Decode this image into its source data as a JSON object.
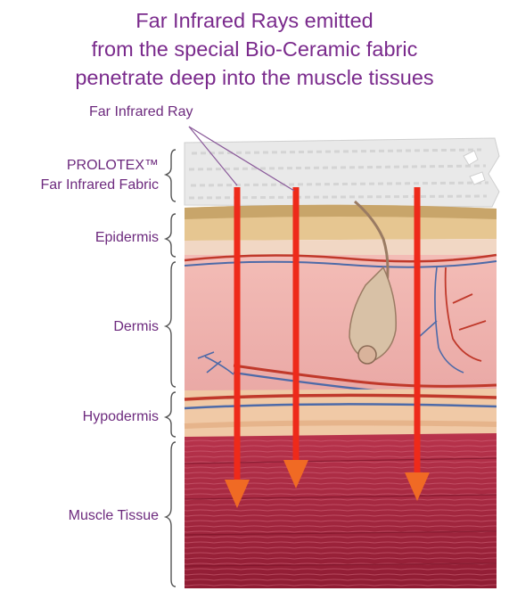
{
  "title": {
    "line1": "Far Infrared Rays emitted",
    "line2": "from the special Bio-Ceramic fabric",
    "line3": "penetrate deep into the muscle tissues"
  },
  "ray_label": "Far Infrared Ray",
  "layers": {
    "fabric_line1": "PROLOTEX™",
    "fabric_line2": "Far Infrared Fabric",
    "epidermis": "Epidermis",
    "dermis": "Dermis",
    "hypodermis": "Hypodermis",
    "muscle": "Muscle Tissue"
  },
  "colors": {
    "text": "#7a2a8c",
    "ray": "#ee2a1a",
    "arrow_head": "#f06a24",
    "fabric": "#e8e8e8",
    "epidermis": "#e6c79a",
    "dermis": "#f0b3ae",
    "hypodermis": "#efc7a0",
    "muscle": "#a8243e"
  }
}
